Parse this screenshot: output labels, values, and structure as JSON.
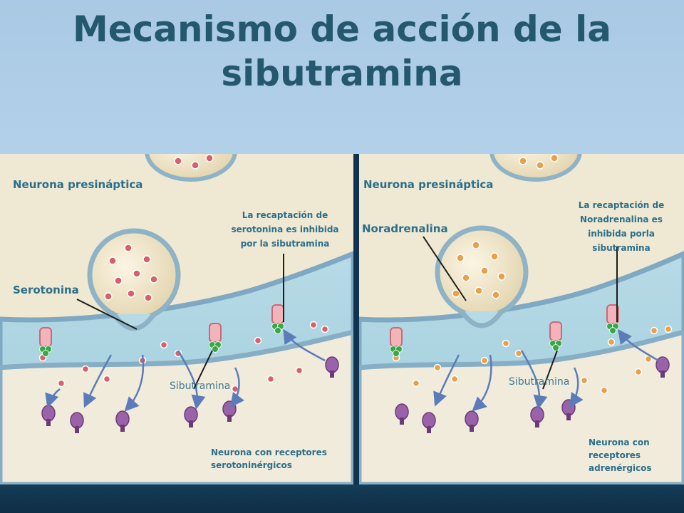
{
  "title": "Mecanismo de acción de la sibutramina",
  "left_panel": {
    "presynaptic_label": "Neurona presináptica",
    "neurotransmitter_label": "Serotonina",
    "inhibition_note": "La recaptación de serotonina es inhibida por la sibutramina",
    "drug_label": "Sibutramina",
    "receptor_note": "Neurona con receptores serotoninérgicos",
    "molecule_color": "#d9606a"
  },
  "right_panel": {
    "presynaptic_label": "Neurona presináptica",
    "neurotransmitter_label": "Noradrenalina",
    "inhibition_note": "La recaptación de Noradrenalina es inhibida porla sibutramina",
    "drug_label": "Sibutramina",
    "receptor_note": "Neurona con receptores adrenérgicos",
    "molecule_color": "#e8a04a"
  },
  "colors": {
    "title": "#24586f",
    "label": "#2c6f8a",
    "background": "#bcd7ee",
    "footer": "#163c58"
  }
}
